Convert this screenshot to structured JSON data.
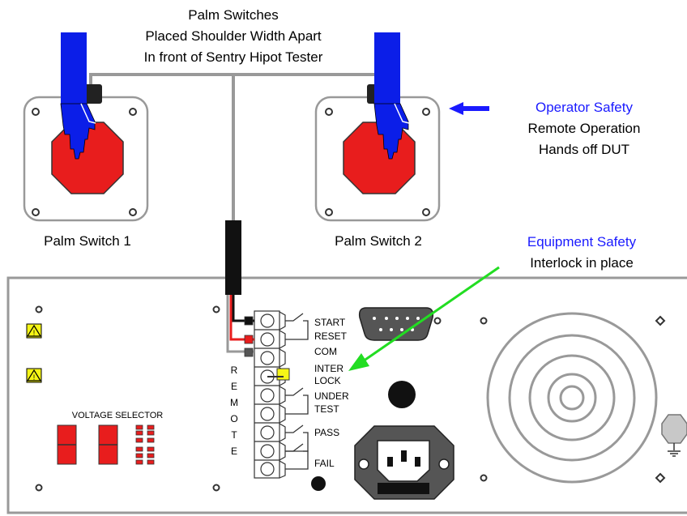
{
  "header": {
    "line1": "Palm Switches",
    "line2": "Placed Shoulder Width Apart",
    "line3": "In front of Sentry Hipot Tester"
  },
  "switches": [
    {
      "label": "Palm Switch 1"
    },
    {
      "label": "Palm Switch 2"
    }
  ],
  "operator_safety": {
    "title": "Operator Safety",
    "line1": "Remote Operation",
    "line2": "Hands off DUT"
  },
  "equipment_safety": {
    "title": "Equipment Safety",
    "line1": "Interlock in place"
  },
  "panel": {
    "voltage_selector": "VOLTAGE SELECTOR",
    "remote_letters": [
      "R",
      "E",
      "M",
      "O",
      "T",
      "E"
    ],
    "terminals": {
      "start": "START",
      "reset": "RESET",
      "com": "COM",
      "inter": "INTER",
      "lock": "LOCK",
      "under": "UNDER",
      "test": "TEST",
      "pass": "PASS",
      "fail": "FAIL"
    },
    "warning_symbol": "⚠"
  },
  "colors": {
    "hand_blue": "#0b1ee8",
    "button_red": "#e81d1d",
    "cable_gray": "#999999",
    "interlock_yellow": "#f5f516",
    "pointer_green": "#22dd22",
    "text_blue": "#1a1aff"
  }
}
